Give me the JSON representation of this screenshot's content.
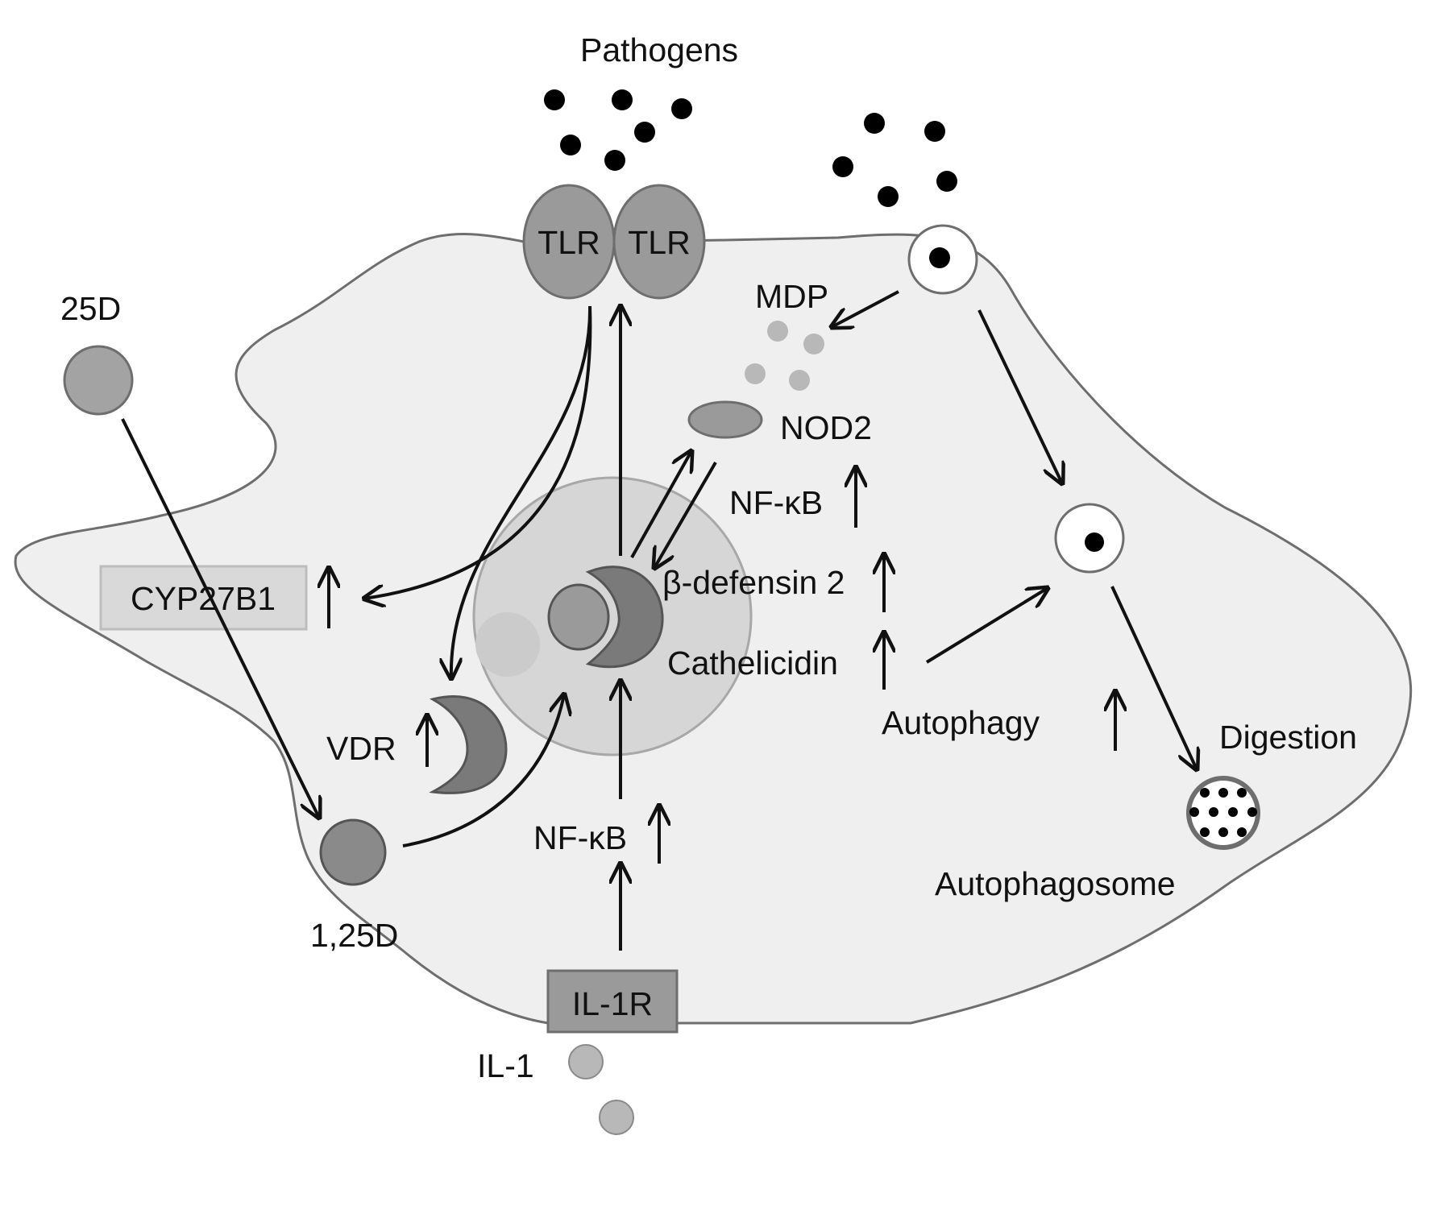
{
  "labels": {
    "pathogens": "Pathogens",
    "tlr_left": "TLR",
    "tlr_right": "TLR",
    "mdp": "MDP",
    "nod2": "NOD2",
    "d25": "25D",
    "cyp27b1": "CYP27B1",
    "nfkb_top": "NF-κB",
    "beta_defensin": "β-defensin 2",
    "cathelicidin": "Cathelicidin",
    "autophagy": "Autophagy",
    "digestion": "Digestion",
    "vdr": "VDR",
    "d125": "1,25D",
    "nfkb_bottom": "NF-κB",
    "il1r": "IL-1R",
    "il1": "IL-1",
    "autophagosome": "Autophagosome"
  },
  "colors": {
    "cell_fill": "#efefef",
    "cell_stroke": "#6e6e6e",
    "nucleus_fill": "#d6d6d6",
    "receptor_fill": "#9a9a9a",
    "vdr_fill": "#7a7a7a",
    "small_dot": "#b8b8b8",
    "pathogen_dot": "#000000",
    "arrow": "#111111"
  }
}
